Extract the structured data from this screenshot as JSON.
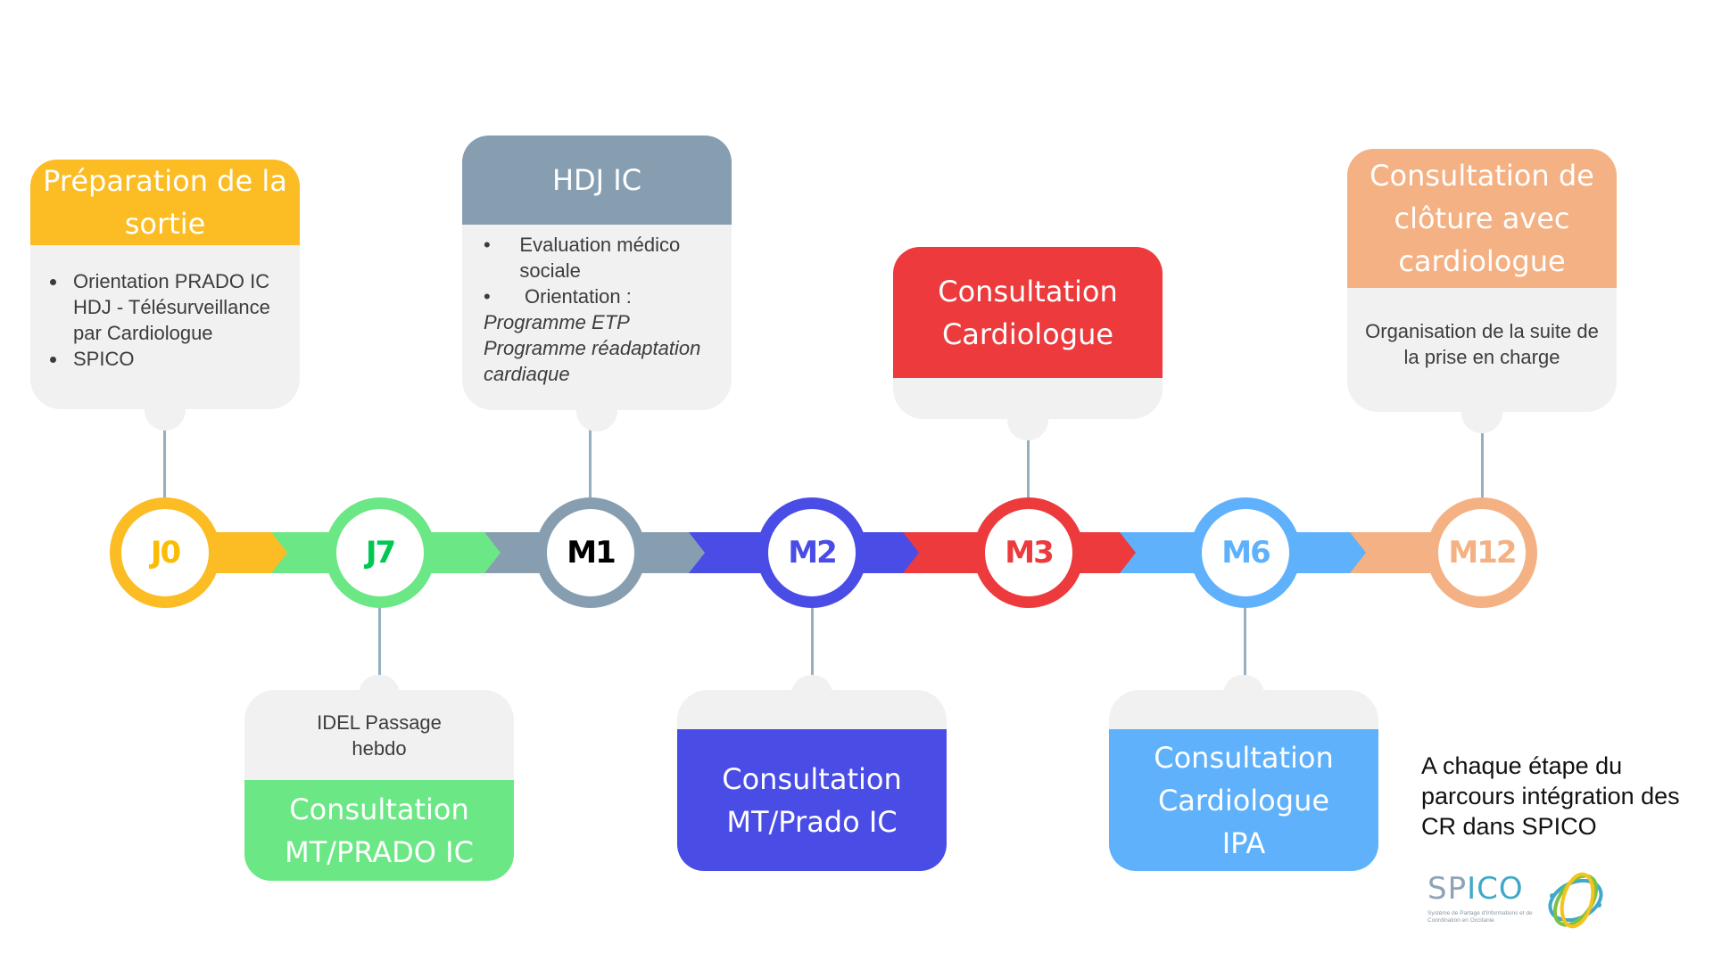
{
  "milestones": [
    {
      "label": "J0",
      "color": "#fbbc24",
      "text_color": "#fbbc05"
    },
    {
      "label": "J7",
      "color": "#6ce785",
      "text_color": "#00c853"
    },
    {
      "label": "M1",
      "color": "#879eb1",
      "text_color": "#000000"
    },
    {
      "label": "M2",
      "color": "#4a4ce6",
      "text_color": "#4a4ce6"
    },
    {
      "label": "M3",
      "color": "#ec3a3d",
      "text_color": "#ec3a3d"
    },
    {
      "label": "M6",
      "color": "#5fb1fb",
      "text_color": "#5fb1fb"
    },
    {
      "label": "M12",
      "color": "#f4b183",
      "text_color": "#f4b183"
    }
  ],
  "cards": {
    "j0": {
      "title": "Préparation de la sortie",
      "bullets": [
        "Orientation PRADO IC HDJ - Télésurveillance par Cardiologue",
        "SPICO"
      ]
    },
    "j7": {
      "title": "Consultation MT/PRADO IC",
      "text": "IDEL Passage hebdo"
    },
    "m1": {
      "title": "HDJ IC",
      "bullets": [
        "Evaluation médico sociale",
        "Orientation :"
      ],
      "italic_lines": [
        "Programme ETP",
        "Programme réadaptation cardiaque"
      ]
    },
    "m2": {
      "title": "Consultation MT/Prado IC"
    },
    "m3": {
      "title": "Consultation Cardiologue"
    },
    "m6": {
      "title": "Consultation Cardiologue IPA"
    },
    "m12": {
      "title": "Consultation de clôture avec cardiologue",
      "text": "Organisation de la suite de la prise en charge"
    }
  },
  "note": "A chaque étape du parcours intégration des CR dans SPICO",
  "logo": {
    "name_prefix": "SP",
    "name_accent": "ICO",
    "subtitle": "Système de Partage d'Informations et de Coordination en Occitanie"
  }
}
